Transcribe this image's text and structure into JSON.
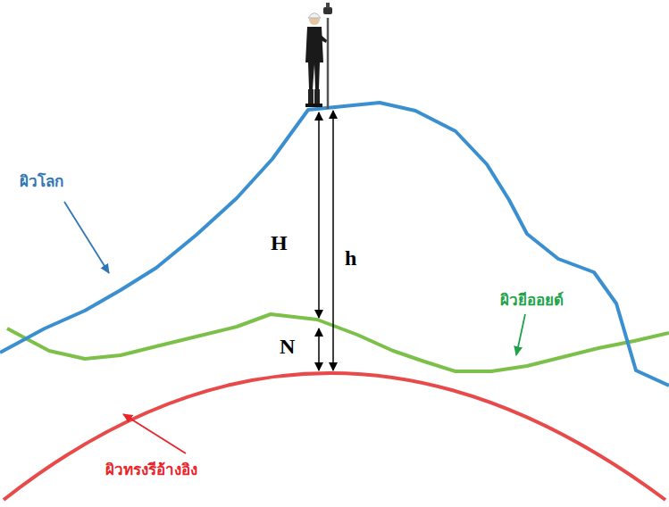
{
  "diagram": {
    "labels": [
      "ผิวโลก",
      "H",
      "h",
      "ผิวยีออยด์",
      "N",
      "ผิวทรงรีอ้างอิง"
    ]
  }
}
